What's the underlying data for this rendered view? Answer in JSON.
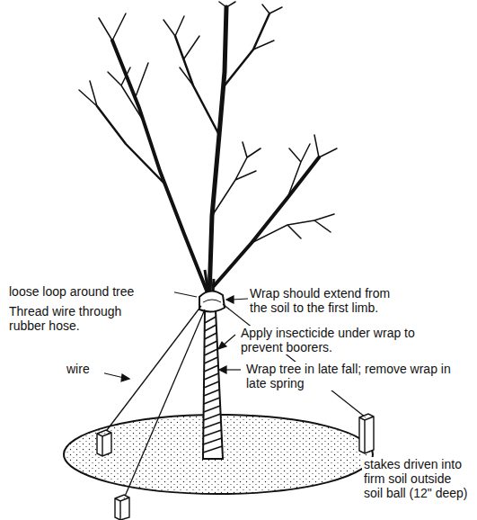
{
  "diagram": {
    "labels": [
      "loose loop around tree",
      "Thread wire through rubber hose.",
      "wire",
      "Wrap should extend from the soil to the first limb.",
      "Apply insecticide under wrap to prevent boorers.",
      "Wrap tree in late fall; remove wrap in late spring",
      "stakes driven into firm soil outside soil ball (12\" deep)"
    ]
  }
}
